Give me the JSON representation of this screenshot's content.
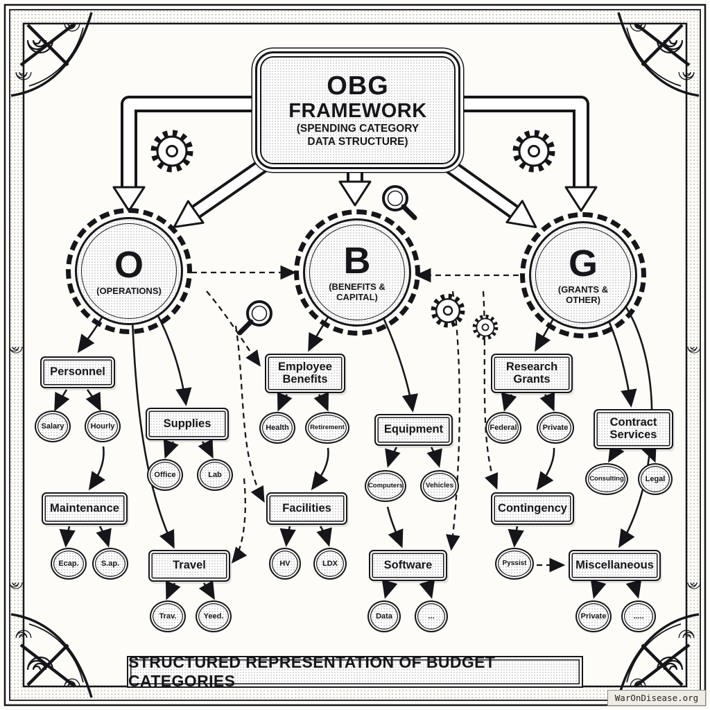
{
  "colors": {
    "ink": "#16161a",
    "paper": "#fdfcf8"
  },
  "title": {
    "l1": "OBG",
    "l2": "FRAMEWORK",
    "l3": "(SPENDING CATEGORY",
    "l4": "DATA STRUCTURE)"
  },
  "nodes": {
    "o": {
      "letter": "O",
      "label": "(OPERATIONS)"
    },
    "b": {
      "letter": "B",
      "label": "(BENEFITS & CAPITAL)"
    },
    "g": {
      "letter": "G",
      "label": "(GRANTS & OTHER)"
    }
  },
  "tree": {
    "personnel": {
      "label": "Personnel",
      "children": [
        "Salary",
        "Hourly"
      ]
    },
    "maintenance": {
      "label": "Maintenance",
      "children": [
        "Ecap.",
        "S.ap."
      ]
    },
    "supplies": {
      "label": "Supplies",
      "children": [
        "Office",
        "Lab"
      ]
    },
    "travel": {
      "label": "Travel",
      "children": [
        "Trav.",
        "Yeed."
      ]
    },
    "employee_benefits": {
      "label": "Employee Benefits",
      "children": [
        "Health",
        "Retirement"
      ]
    },
    "facilities": {
      "label": "Facilities",
      "children": [
        "HV",
        "LDX"
      ]
    },
    "equipment": {
      "label": "Equipment",
      "children": [
        "Computers",
        "Vehicles"
      ]
    },
    "software": {
      "label": "Software",
      "children": [
        "Data",
        "..."
      ]
    },
    "research_grants": {
      "label": "Research Grants",
      "children": [
        "Federal",
        "Private"
      ]
    },
    "contract_services": {
      "label": "Contract Services",
      "children": [
        "Consulting",
        "Legal"
      ]
    },
    "contingency": {
      "label": "Contingency",
      "children": [
        "Pyssist"
      ]
    },
    "miscellaneous": {
      "label": "Miscellaneous",
      "children": [
        "Private",
        "....."
      ]
    }
  },
  "banner": {
    "text": "STRUCTURED REPRESENTATION OF BUDGET CATEGORIES"
  },
  "watermark": {
    "text": "WarOnDisease.org"
  },
  "icons": {
    "decorative": [
      "gear-icon",
      "magnifier-icon",
      "corner-ornament"
    ]
  }
}
